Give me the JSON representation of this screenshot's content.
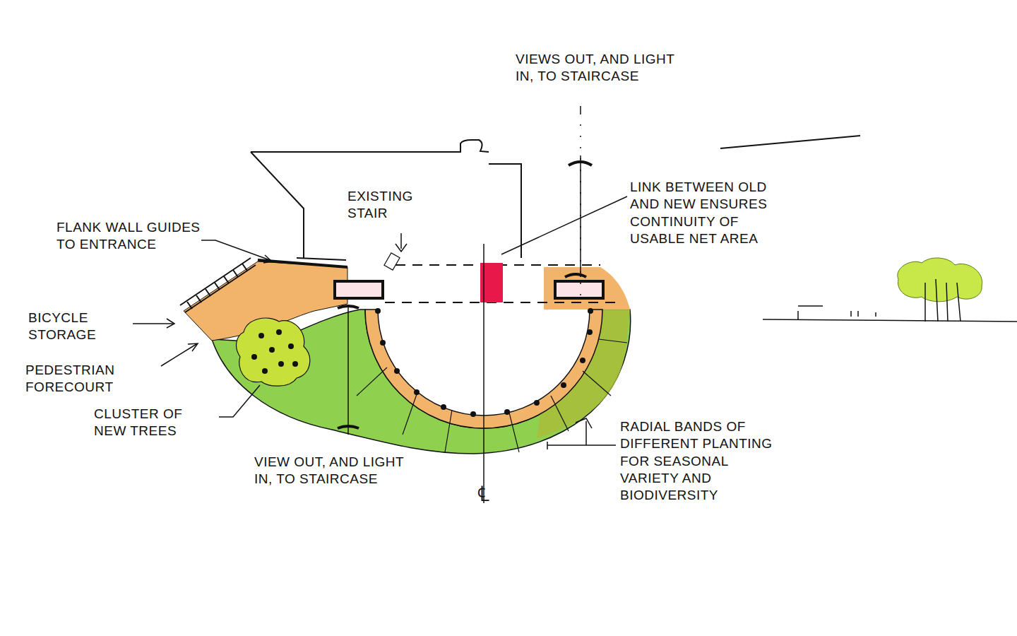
{
  "diagram": {
    "labels": [
      "VIEWS OUT, AND LIGHT IN, TO STAIRCASE",
      "EXISTING STAIR",
      "LINK BETWEEN OLD AND NEW ENSURES CONTINUITY OF USABLE NET AREA",
      "FLANK WALL GUIDES TO ENTRANCE",
      "BICYCLE STORAGE",
      "PEDESTRIAN FORECOURT",
      "CLUSTER OF NEW TREES",
      "VIEW OUT, AND LIGHT IN, TO STAIRCASE",
      "RADIAL BANDS OF DIFFERENT PLANTING FOR SEASONAL VARIETY AND BIODIVERSITY",
      "℄"
    ]
  }
}
